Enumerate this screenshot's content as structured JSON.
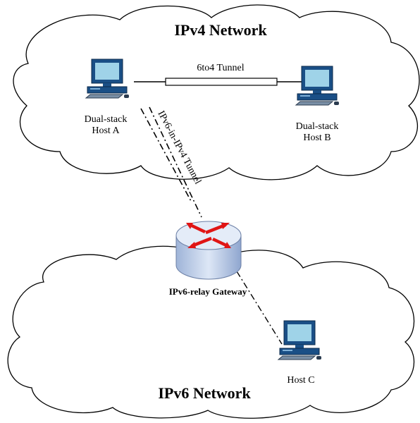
{
  "networks": {
    "ipv4_label": "IPv4 Network",
    "ipv6_label": "IPv6 Network"
  },
  "hosts": {
    "a_line1": "Dual-stack",
    "a_line2": "Host A",
    "b_line1": "Dual-stack",
    "b_line2": "Host B",
    "c_label": "Host C"
  },
  "tunnels": {
    "sixto4_label": "6to4 Tunnel",
    "ipv6_in_ipv4_label": "IPv6-in-IPv4 Tunnel"
  },
  "gateway": {
    "label": "IPv6-relay Gateway"
  },
  "colors": {
    "computer_body": "#1a4f86",
    "computer_screen": "#9fd3e8",
    "router_body": "#c4d6ee",
    "router_arrows": "#e01515",
    "line": "#000000"
  }
}
